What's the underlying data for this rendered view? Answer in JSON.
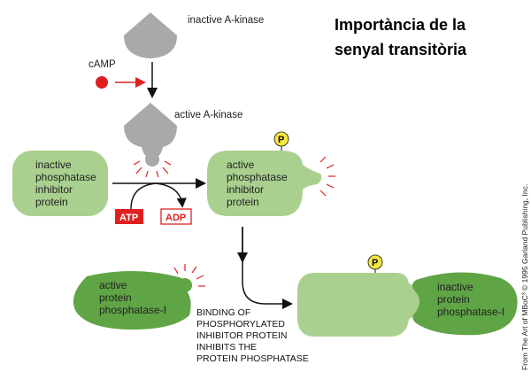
{
  "title": {
    "line1": "Importància de la",
    "line2": "senyal transitòria"
  },
  "camp": "cAMP",
  "inactive_kinase": "inactive A-kinase",
  "active_kinase": "active A-kinase",
  "inactive_inhibitor": [
    "inactive",
    "phosphatase",
    "inhibitor",
    "protein"
  ],
  "active_inhibitor": [
    "active",
    "phosphatase",
    "inhibitor",
    "protein"
  ],
  "atp": "ATP",
  "adp": "ADP",
  "phosphate": "P",
  "active_phosphatase": [
    "active",
    "protein",
    "phosphatase-I"
  ],
  "inactive_phosphatase": [
    "inactive",
    "protein",
    "phosphatase-I"
  ],
  "binding_caption": [
    "BINDING OF",
    "PHOSPHORYLATED",
    "INHIBITOR PROTEIN",
    "INHIBITS THE",
    "PROTEIN PHOSPHATASE"
  ],
  "credit": "From The Art of MBoC³ © 1995 Garland Publishing, Inc.",
  "colors": {
    "kinase_gray": "#a7a9ab",
    "light_green": "#a9d08e",
    "dark_green": "#5fa445",
    "camp_red": "#e02020",
    "atp_red": "#e02020",
    "phosphate_yellow": "#f6e640"
  }
}
